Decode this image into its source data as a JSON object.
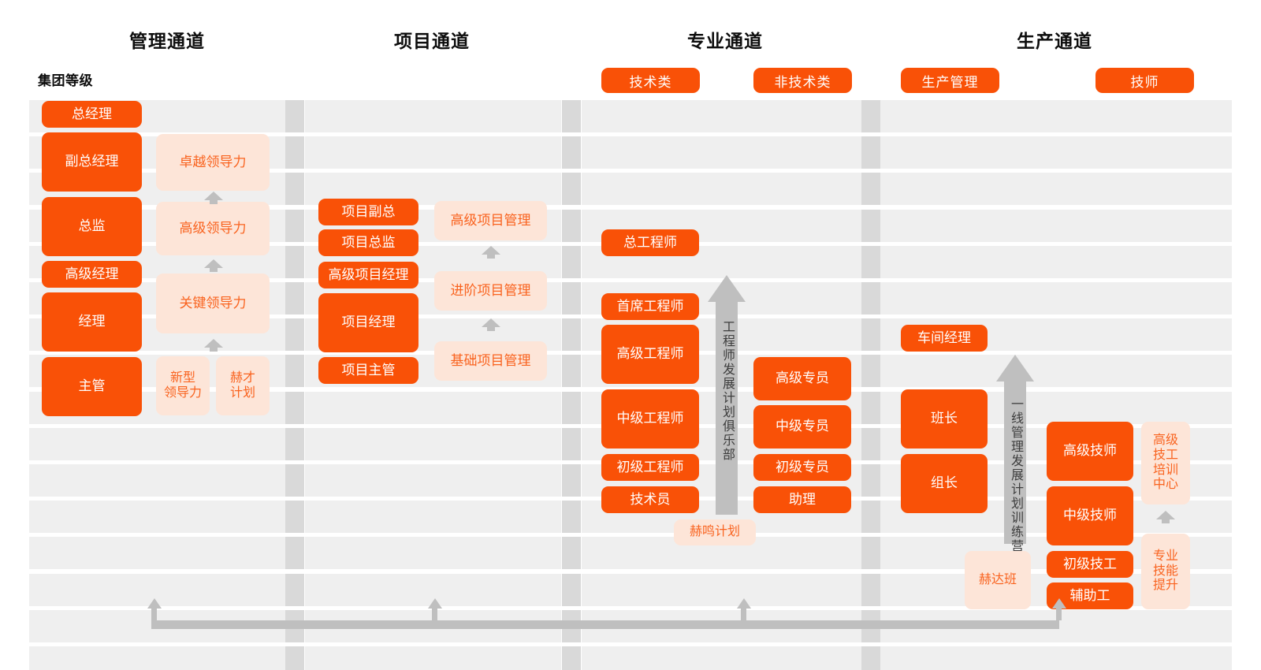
{
  "meta": {
    "grade_label": "集团等级",
    "accent_solid": "#f95107",
    "accent_soft": "#fde5d8",
    "soft_text": "#f9631f",
    "row_band": "#efefef",
    "divider": "#d9d9d9",
    "arrow_gray": "#bfbfbf"
  },
  "channels": [
    {
      "title": "管理通道"
    },
    {
      "title": "项目通道"
    },
    {
      "title": "专业通道"
    },
    {
      "title": "生产通道"
    }
  ],
  "category_badges": [
    {
      "label": "技术类"
    },
    {
      "label": "非技术类"
    },
    {
      "label": "生产管理"
    },
    {
      "label": "技师"
    }
  ],
  "management_channel": {
    "positions": [
      {
        "label": "总经理"
      },
      {
        "label": "副总经理"
      },
      {
        "label": "总监"
      },
      {
        "label": "高级经理"
      },
      {
        "label": "经理"
      },
      {
        "label": "主管"
      }
    ],
    "programs": [
      {
        "label": "卓越领导力"
      },
      {
        "label": "高级领导力"
      },
      {
        "label": "关键领导力"
      },
      {
        "label": "新型\n领导力"
      },
      {
        "label": "赫才\n计划"
      }
    ]
  },
  "project_channel": {
    "positions": [
      {
        "label": "项目副总"
      },
      {
        "label": "项目总监"
      },
      {
        "label": "高级项目经理"
      },
      {
        "label": "项目经理"
      },
      {
        "label": "项目主管"
      }
    ],
    "programs": [
      {
        "label": "高级项目管理"
      },
      {
        "label": "进阶项目管理"
      },
      {
        "label": "基础项目管理"
      }
    ]
  },
  "professional_channel": {
    "technical_positions": [
      {
        "label": "总工程师"
      },
      {
        "label": "首席工程师"
      },
      {
        "label": "高级工程师"
      },
      {
        "label": "中级工程师"
      },
      {
        "label": "初级工程师"
      },
      {
        "label": "技术员"
      }
    ],
    "nontechnical_positions": [
      {
        "label": "高级专员"
      },
      {
        "label": "中级专员"
      },
      {
        "label": "初级专员"
      },
      {
        "label": "助理"
      }
    ],
    "vertical_arrow_label": "工程师发展计划俱乐部",
    "programs": [
      {
        "label": "赫鸣计划"
      }
    ]
  },
  "production_channel": {
    "management_positions": [
      {
        "label": "车间经理"
      },
      {
        "label": "班长"
      },
      {
        "label": "组长"
      }
    ],
    "technician_positions": [
      {
        "label": "高级技师"
      },
      {
        "label": "中级技师"
      },
      {
        "label": "初级技工"
      },
      {
        "label": "辅助工"
      }
    ],
    "vertical_arrow_label": "一线管理发展计划训练营",
    "programs": [
      {
        "label": "赫达班"
      },
      {
        "label": "高级\n技工\n培训\n中心"
      },
      {
        "label": "专业\n技能\n提升"
      }
    ]
  }
}
